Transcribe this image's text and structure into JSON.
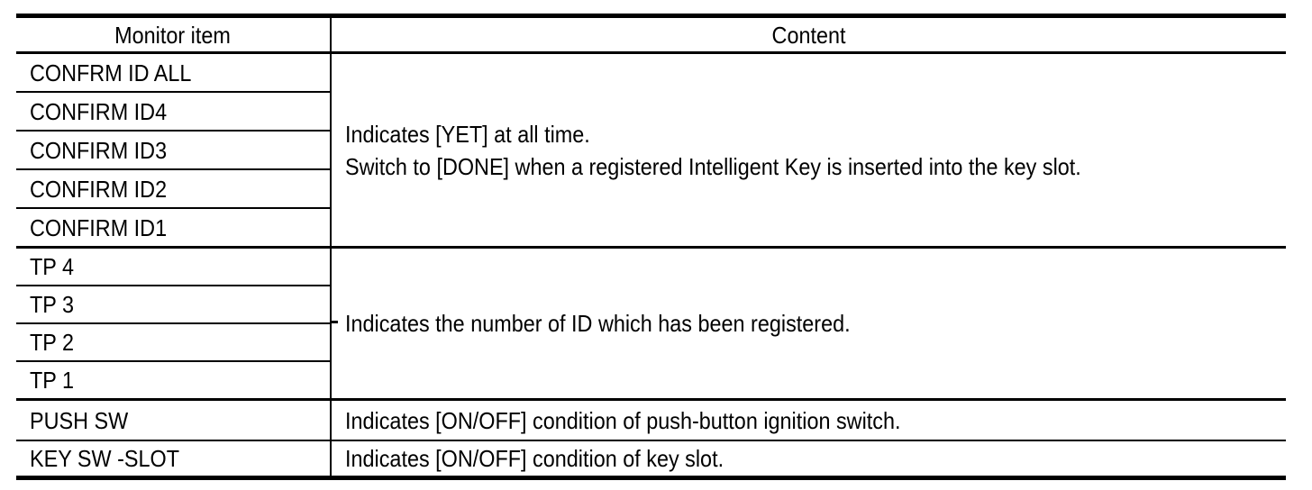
{
  "table": {
    "columns": [
      {
        "label": "Monitor item"
      },
      {
        "label": "Content"
      }
    ],
    "groups": [
      {
        "items": [
          "CONFRM ID ALL",
          "CONFIRM ID4",
          "CONFIRM ID3",
          "CONFIRM ID2",
          "CONFIRM ID1"
        ],
        "content": "Indicates [YET] at all time.\nSwitch to [DONE] when a registered Intelligent Key is inserted into the key slot."
      },
      {
        "items": [
          "TP 4",
          "TP 3",
          "TP 2",
          "TP 1"
        ],
        "content": "Indicates the number of ID which has been registered."
      },
      {
        "items": [
          "PUSH SW"
        ],
        "content": "Indicates [ON/OFF] condition of push-button ignition switch."
      },
      {
        "items": [
          "KEY SW -SLOT"
        ],
        "content": "Indicates [ON/OFF] condition of key slot."
      }
    ],
    "colors": {
      "line": "#000000",
      "text": "#000000",
      "background": "#ffffff"
    }
  }
}
